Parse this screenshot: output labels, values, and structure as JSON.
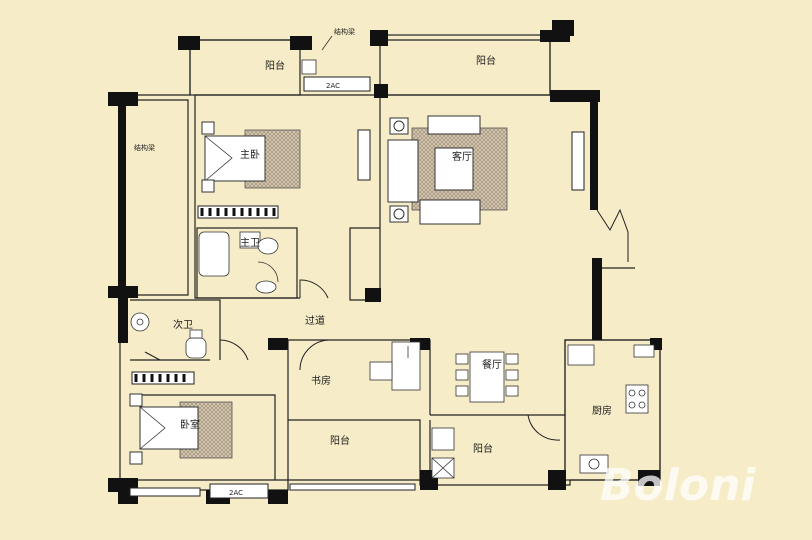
{
  "rooms": {
    "balcony_top_left": "阳台",
    "balcony_top_right": "阳台",
    "master_bedroom": "主卧",
    "master_bath": "主卫",
    "living_room": "客厅",
    "second_bath": "次卫",
    "corridor": "过道",
    "study": "书房",
    "dining_room": "餐厅",
    "bedroom": "卧室",
    "balcony_bottom_mid": "阳台",
    "balcony_bottom_right": "阳台",
    "kitchen": "厨房"
  },
  "annotations": {
    "structural_beam_top": "结构梁",
    "structural_beam_left": "结构梁",
    "ac_top": "2AC",
    "ac_bottom": "2AC"
  },
  "watermark": "Boloni",
  "colors": {
    "background": "#f6ecc8",
    "wall": "#111111",
    "carpet": "#c7b7a0"
  }
}
